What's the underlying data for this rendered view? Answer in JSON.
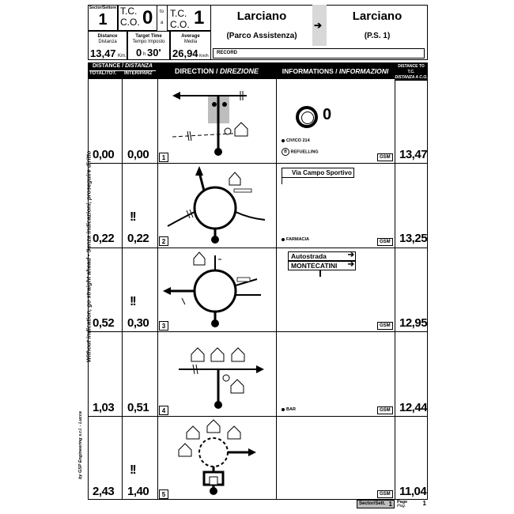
{
  "header": {
    "sector_label": "Sector/Settore",
    "sector_value": "1",
    "tc_label": "T.C.",
    "co_label": "C.O.",
    "from_value": "0",
    "to_label": "to",
    "a_label": "a",
    "to_value": "1",
    "start_place": "Larciano",
    "start_sub": "(Parco Assistenza)",
    "end_place": "Larciano",
    "end_sub": "(P.S. 1)",
    "arrow": "➔",
    "distance_label": "Distance",
    "distance_label_it": "Distanza",
    "distance_value": "13,47",
    "distance_unit": "Km.",
    "target_label": "Target Time",
    "target_label_it": "Tempo Imposto",
    "target_h": "0",
    "target_h_unit": "h",
    "target_m": "30'",
    "avg_label": "Average",
    "avg_label_it": "Media",
    "avg_value": "26,94",
    "avg_unit": "Km/h",
    "record_label": "RECORD"
  },
  "columns": {
    "distance": "DISTANCE",
    "distanza": "DISTANZA",
    "total": "TOTAL",
    "tot": "TOT.",
    "inter": "INTER",
    "parz": "PARZ",
    "direction": "DIRECTION",
    "direzione": "DIREZIONE",
    "informations": "INFORMATIONS",
    "informazioni": "INFORMAZIONI",
    "dist_tc": "DISTANCE TO T.C.",
    "dist_co": "DISTANZA A C.O."
  },
  "side_text": "Without indication, go straight ahead - Senza indicazioni, proseguire diritto",
  "credit": "by GSP Engineering s.r.l. - Lucca",
  "rows": [
    {
      "index": "1",
      "total": "0,00",
      "partial": "0,00",
      "remaining": "13,47",
      "caution": false,
      "info_big": "0",
      "info_items": [
        "CIVICO 214",
        "REFUELLING"
      ],
      "gsm": "GSM"
    },
    {
      "index": "2",
      "total": "0,22",
      "partial": "0,22",
      "remaining": "13,25",
      "caution": true,
      "sign": "Via Campo Sportivo",
      "info_items": [
        "FARMACIA"
      ],
      "gsm": "GSM"
    },
    {
      "index": "3",
      "total": "0,52",
      "partial": "0,30",
      "remaining": "12,95",
      "caution": true,
      "sign1": "Autostrada",
      "sign2": "MONTECATINI",
      "info_items": [],
      "gsm": "GSM"
    },
    {
      "index": "4",
      "total": "1,03",
      "partial": "0,51",
      "remaining": "12,44",
      "caution": false,
      "info_items": [
        "BAR"
      ],
      "gsm": "GSM"
    },
    {
      "index": "5",
      "total": "2,43",
      "partial": "1,40",
      "remaining": "11,04",
      "caution": true,
      "info_items": [],
      "gsm": "GSM"
    }
  ],
  "footer": {
    "sector_label": "Sector/Sett.",
    "sector_value": "1",
    "page_label": "Page",
    "page_label_it": "Pag.",
    "page_value": "1"
  }
}
